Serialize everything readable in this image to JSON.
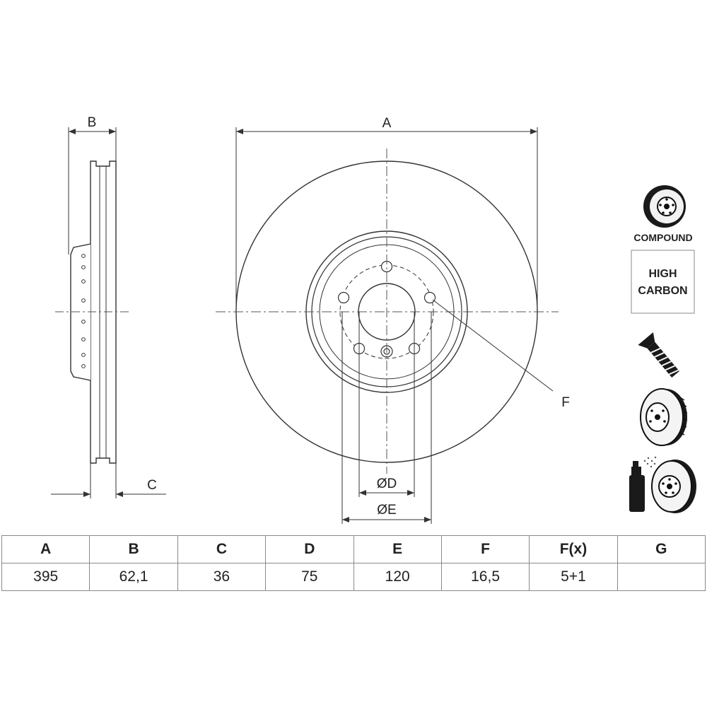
{
  "diagram": {
    "labels": {
      "a": "A",
      "b": "B",
      "c": "C",
      "f": "F",
      "d": "ØD",
      "e": "ØE"
    }
  },
  "badges": {
    "compound": "COMPOUND",
    "high_carbon_line1": "HIGH",
    "high_carbon_line2": "CARBON"
  },
  "icons": [
    "compound-disc-icon",
    "high-carbon-badge",
    "screw-icon",
    "vented-disc-icon",
    "coating-spray-icon"
  ],
  "table": {
    "headers": [
      "A",
      "B",
      "C",
      "D",
      "E",
      "F",
      "F(x)",
      "G"
    ],
    "values": [
      "395",
      "62,1",
      "36",
      "75",
      "120",
      "16,5",
      "5+1",
      ""
    ]
  }
}
